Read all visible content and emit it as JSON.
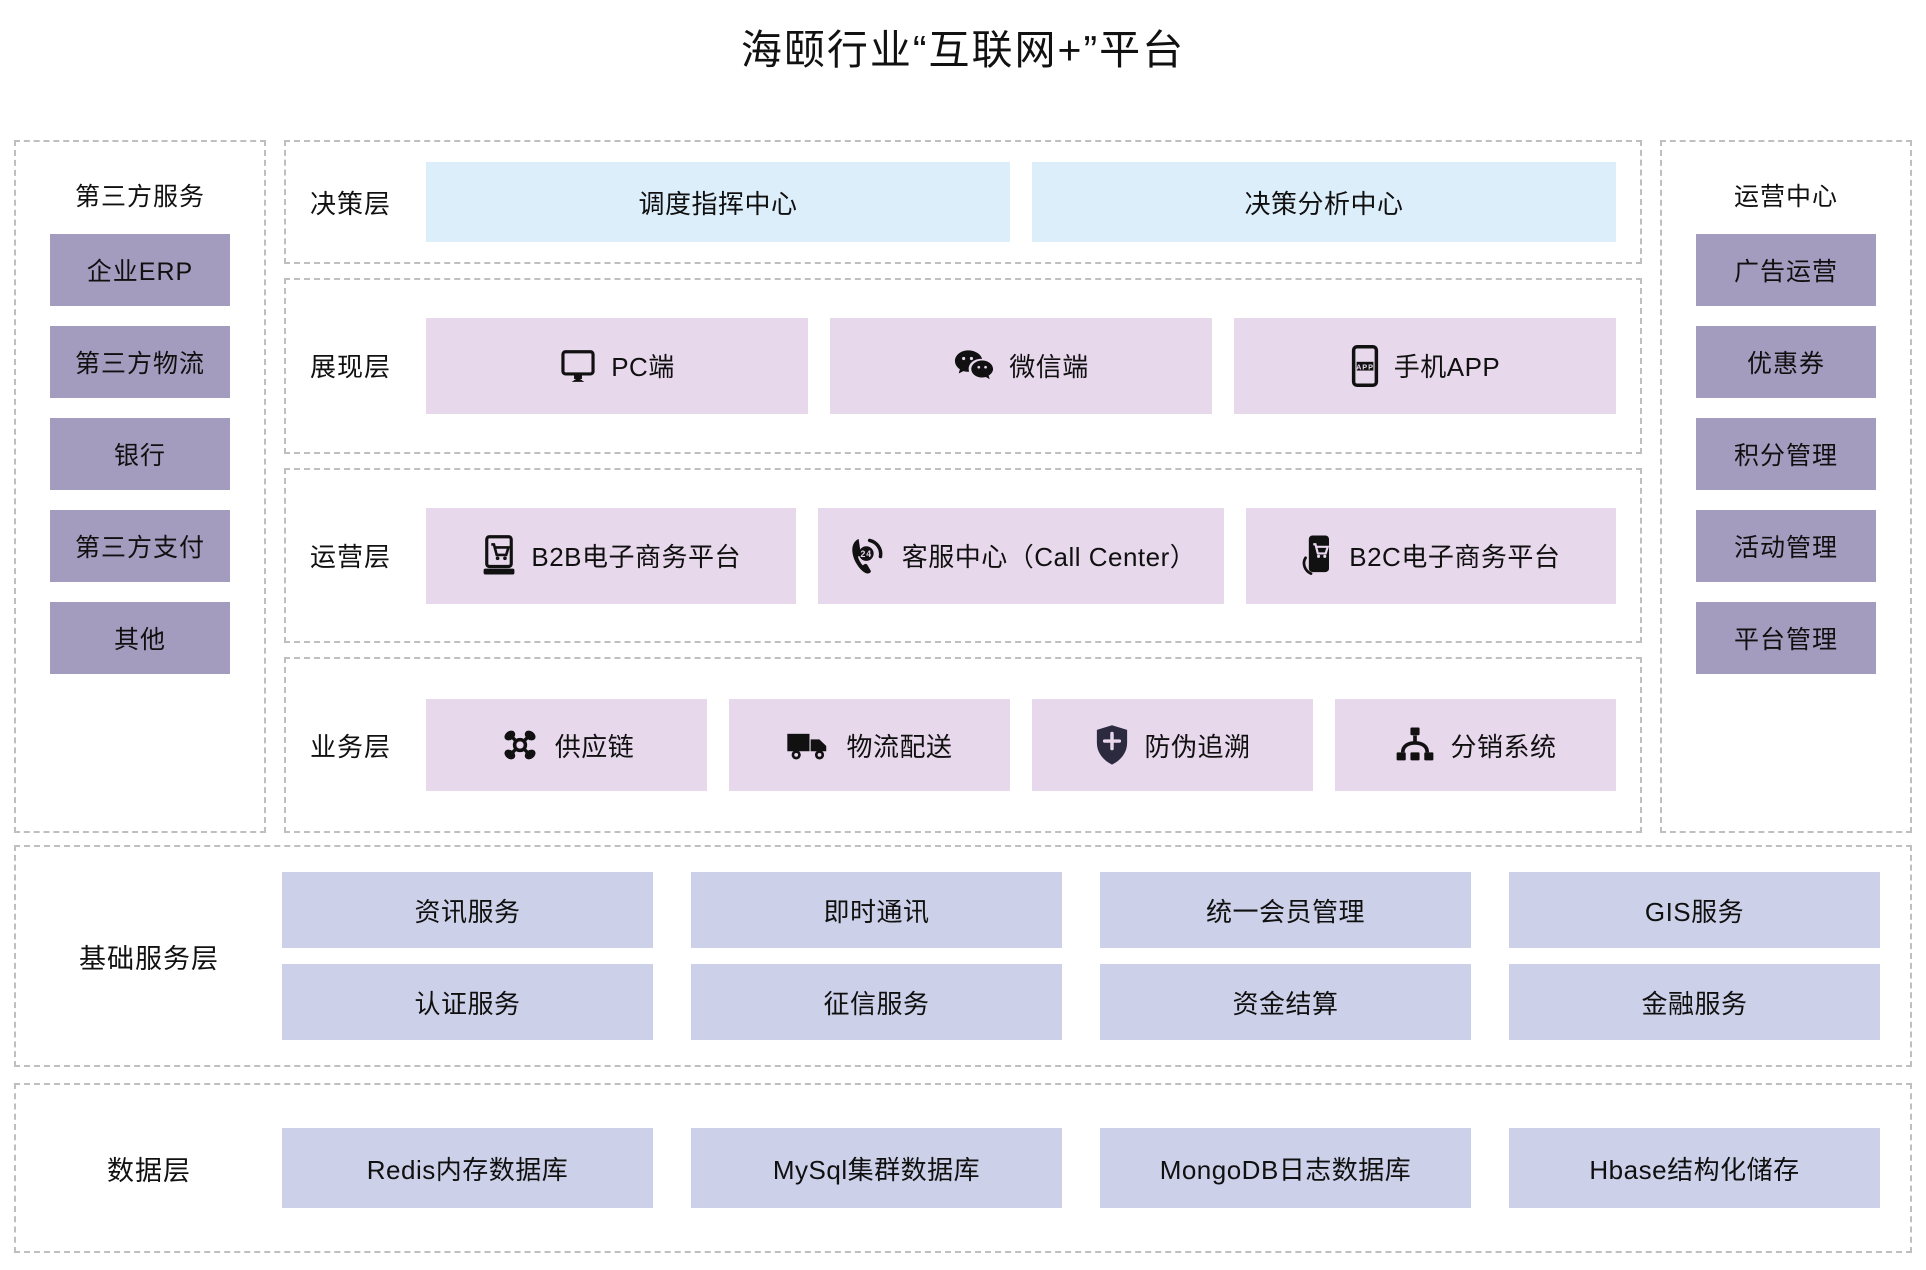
{
  "title": "海颐行业“互联网+”平台",
  "colors": {
    "sidebar_chip": "#a49cbf",
    "decision_box": "#ddeefb",
    "layer_box_pink": "#e8d8ec",
    "base_chip": "#ccd0e8",
    "dashed_border": "#bfbfbf",
    "shield_icon": "#2b2a3f"
  },
  "left_panel": {
    "title": "第三方服务",
    "items": [
      {
        "label": "企业ERP"
      },
      {
        "label": "第三方物流"
      },
      {
        "label": "银行"
      },
      {
        "label": "第三方支付"
      },
      {
        "label": "其他"
      }
    ]
  },
  "right_panel": {
    "title": "运营中心",
    "items": [
      {
        "label": "广告运营"
      },
      {
        "label": "优惠券"
      },
      {
        "label": "积分管理"
      },
      {
        "label": "活动管理"
      },
      {
        "label": "平台管理"
      }
    ]
  },
  "layers": {
    "decision": {
      "label": "决策层",
      "items": [
        {
          "label": "调度指挥中心",
          "icon": ""
        },
        {
          "label": "决策分析中心",
          "icon": ""
        }
      ]
    },
    "presentation": {
      "label": "展现层",
      "items": [
        {
          "label": "PC端",
          "icon": "monitor-icon"
        },
        {
          "label": "微信端",
          "icon": "wechat-icon"
        },
        {
          "label": "手机APP",
          "icon": "mobile-app-icon"
        }
      ]
    },
    "operation": {
      "label": "运营层",
      "items": [
        {
          "label": "B2B电子商务平台",
          "icon": "b2b-cart-icon"
        },
        {
          "label": "客服中心（Call Center）",
          "icon": "call-center-24-icon"
        },
        {
          "label": "B2C电子商务平台",
          "icon": "b2c-mobile-cart-icon"
        }
      ]
    },
    "business": {
      "label": "业务层",
      "items": [
        {
          "label": "供应链",
          "icon": "supply-chain-network-icon"
        },
        {
          "label": "物流配送",
          "icon": "delivery-truck-icon"
        },
        {
          "label": "防伪追溯",
          "icon": "shield-icon"
        },
        {
          "label": "分销系统",
          "icon": "distribution-tree-icon"
        }
      ]
    },
    "basic_service": {
      "label": "基础服务层",
      "rows": [
        [
          {
            "label": "资讯服务"
          },
          {
            "label": "即时通讯"
          },
          {
            "label": "统一会员管理"
          },
          {
            "label": "GIS服务"
          }
        ],
        [
          {
            "label": "认证服务"
          },
          {
            "label": "征信服务"
          },
          {
            "label": "资金结算"
          },
          {
            "label": "金融服务"
          }
        ]
      ]
    },
    "data": {
      "label": "数据层",
      "rows": [
        [
          {
            "label": "Redis内存数据库"
          },
          {
            "label": "MySql集群数据库"
          },
          {
            "label": "MongoDB日志数据库"
          },
          {
            "label": "Hbase结构化储存"
          }
        ]
      ]
    }
  }
}
